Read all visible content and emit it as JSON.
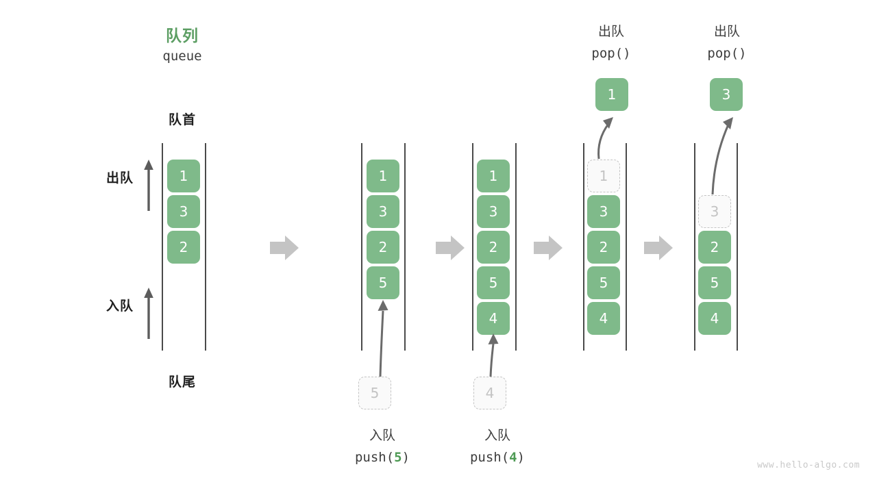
{
  "meta": {
    "title_cn": "队列",
    "title_en": "queue",
    "head_label": "队首",
    "tail_label": "队尾",
    "dequeue_side_label": "出队",
    "enqueue_side_label": "入队",
    "watermark": "www.hello-algo.com",
    "colors": {
      "accent_green": "#7fba8a",
      "title_green": "#5c9e63",
      "code_green": "#4e9a54",
      "rail": "#4a4a4a",
      "ghost_border": "#c4c4c4",
      "ghost_text": "#c3c3c3",
      "flow_arrow": "#c4c4c4",
      "curve_arrow": "#6b6b6b",
      "watermark": "#c9c9c9"
    }
  },
  "frames": [
    {
      "id": "frame-initial",
      "cells": [
        "1",
        "3",
        "2"
      ],
      "ghost_top": null,
      "ghost_bottom": null,
      "op_label_cn": null,
      "op_label_en": null,
      "popped": null,
      "pop_label_cn": null,
      "pop_label_en": null
    },
    {
      "id": "frame-push-5",
      "cells": [
        "1",
        "3",
        "2",
        "5"
      ],
      "ghost_top": null,
      "ghost_bottom": "5",
      "op_label_cn": "入队",
      "op_label_en_prefix": "push(",
      "op_label_en_num": "5",
      "op_label_en_suffix": ")",
      "popped": null
    },
    {
      "id": "frame-push-4",
      "cells": [
        "1",
        "3",
        "2",
        "5",
        "4"
      ],
      "ghost_top": null,
      "ghost_bottom": "4",
      "op_label_cn": "入队",
      "op_label_en_prefix": "push(",
      "op_label_en_num": "4",
      "op_label_en_suffix": ")",
      "popped": null
    },
    {
      "id": "frame-pop-1",
      "cells": [
        "3",
        "2",
        "5",
        "4"
      ],
      "ghost_top": "1",
      "ghost_top_slot": 0,
      "ghost_bottom": null,
      "popped": "1",
      "pop_label_cn": "出队",
      "pop_label_en": "pop()"
    },
    {
      "id": "frame-pop-3",
      "cells": [
        "2",
        "5",
        "4"
      ],
      "ghost_top": "3",
      "ghost_top_slot": 1,
      "ghost_bottom": null,
      "popped": "3",
      "pop_label_cn": "出队",
      "pop_label_en": "pop()"
    }
  ],
  "flow_arrows": [
    {
      "name": "flow-arrow-1"
    },
    {
      "name": "flow-arrow-2"
    },
    {
      "name": "flow-arrow-3"
    },
    {
      "name": "flow-arrow-4"
    }
  ],
  "chart_data": {
    "type": "diagram",
    "title": "队列 queue",
    "description": "Queue operations: push(5), push(4), pop(), pop()",
    "steps": [
      {
        "state": [
          "1",
          "3",
          "2"
        ],
        "operation": null
      },
      {
        "state": [
          "1",
          "3",
          "2",
          "5"
        ],
        "operation": "push(5)"
      },
      {
        "state": [
          "1",
          "3",
          "2",
          "5",
          "4"
        ],
        "operation": "push(4)"
      },
      {
        "state": [
          "3",
          "2",
          "5",
          "4"
        ],
        "operation": "pop()",
        "returns": "1"
      },
      {
        "state": [
          "2",
          "5",
          "4"
        ],
        "operation": "pop()",
        "returns": "3"
      }
    ]
  }
}
